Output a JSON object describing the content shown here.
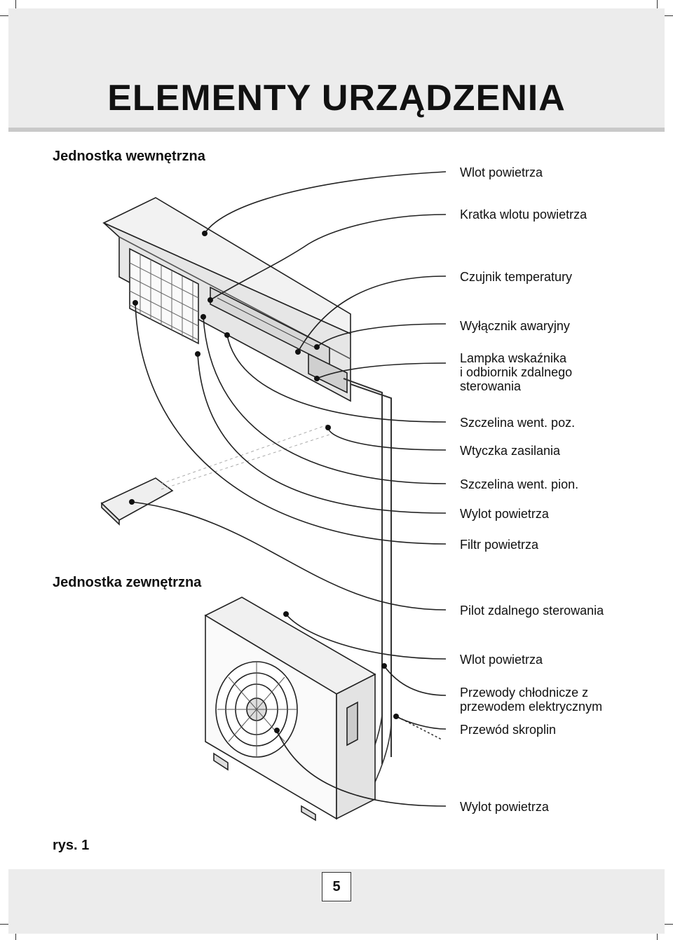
{
  "title": "ELEMENTY URZĄDZENIA",
  "sections": {
    "indoor": "Jednostka wewnętrzna",
    "outdoor": "Jednostka zewnętrzna"
  },
  "labels": [
    "Wlot powietrza",
    "Kratka wlotu powietrza",
    "Czujnik temperatury",
    "Wyłącznik awaryjny",
    "Lampka wskaźnika\ni odbiornik zdalnego\nsterowania",
    "Szczelina went. poz.",
    "Wtyczka zasilania",
    "Szczelina went. pion.",
    "Wylot powietrza",
    "Filtr powietrza",
    "Pilot zdalnego sterowania",
    "Wlot powietrza",
    "Przewody chłodnicze z\nprzewodem elektrycznym",
    "Przewód skroplin",
    "Wylot powietrza"
  ],
  "figure_caption": "rys. 1",
  "page_number": "5",
  "icons": [
    "indoor-unit-illustration",
    "outdoor-unit-illustration",
    "remote-control-illustration"
  ]
}
